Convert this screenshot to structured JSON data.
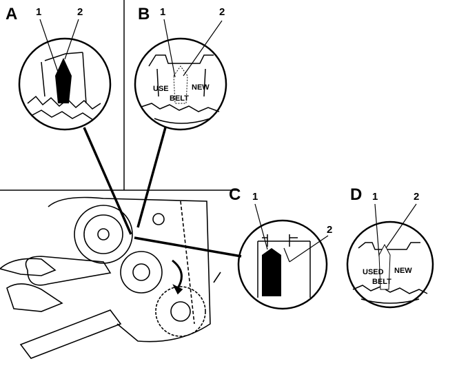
{
  "panels": {
    "A": {
      "label": "A",
      "callout_1": "1",
      "callout_2": "2"
    },
    "B": {
      "label": "B",
      "callout_1": "1",
      "callout_2": "2",
      "text_used": "USE",
      "text_new": "NEW",
      "text_belt": "BELT"
    },
    "C": {
      "label": "C",
      "callout_1": "1",
      "callout_2": "2"
    },
    "D": {
      "label": "D",
      "callout_1": "1",
      "callout_2": "2",
      "text_used": "USED",
      "text_new": "NEW",
      "text_belt": "BELT"
    }
  }
}
